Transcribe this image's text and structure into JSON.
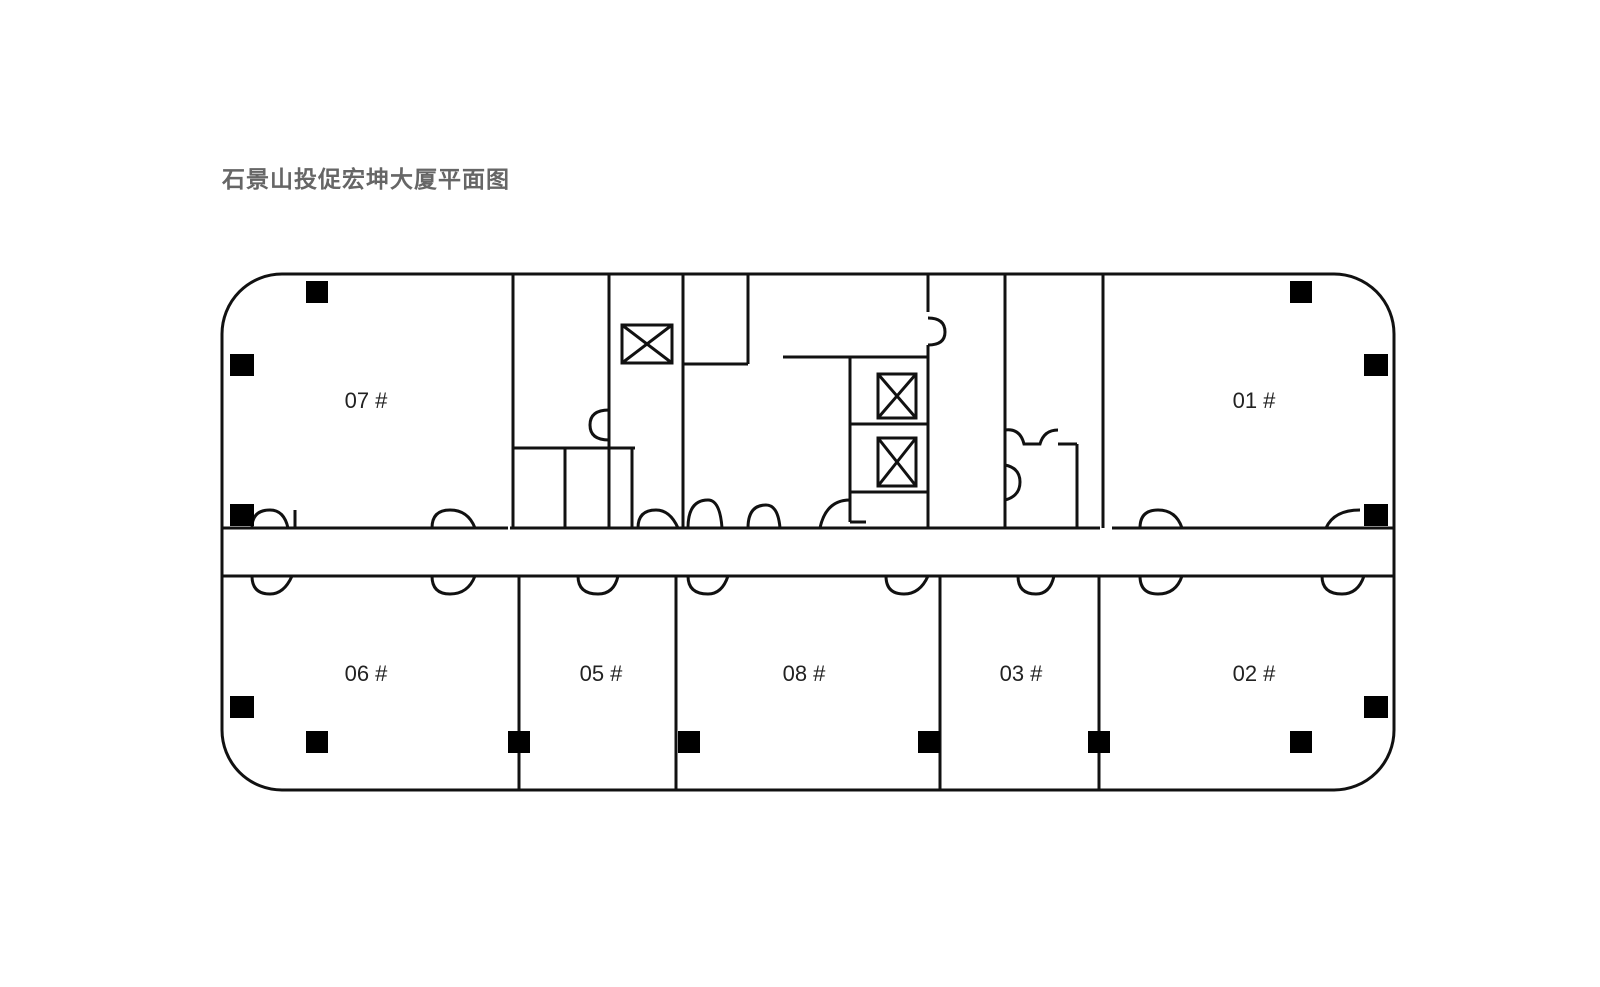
{
  "title": "石景山投促宏坤大厦平面图",
  "colors": {
    "line": "#111111",
    "title": "#666666",
    "background": "#ffffff"
  },
  "rooms": {
    "r07": "07 #",
    "r01": "01 #",
    "r06": "06 #",
    "r05": "05 #",
    "r08": "08 #",
    "r03": "03 #",
    "r02": "02 #"
  }
}
